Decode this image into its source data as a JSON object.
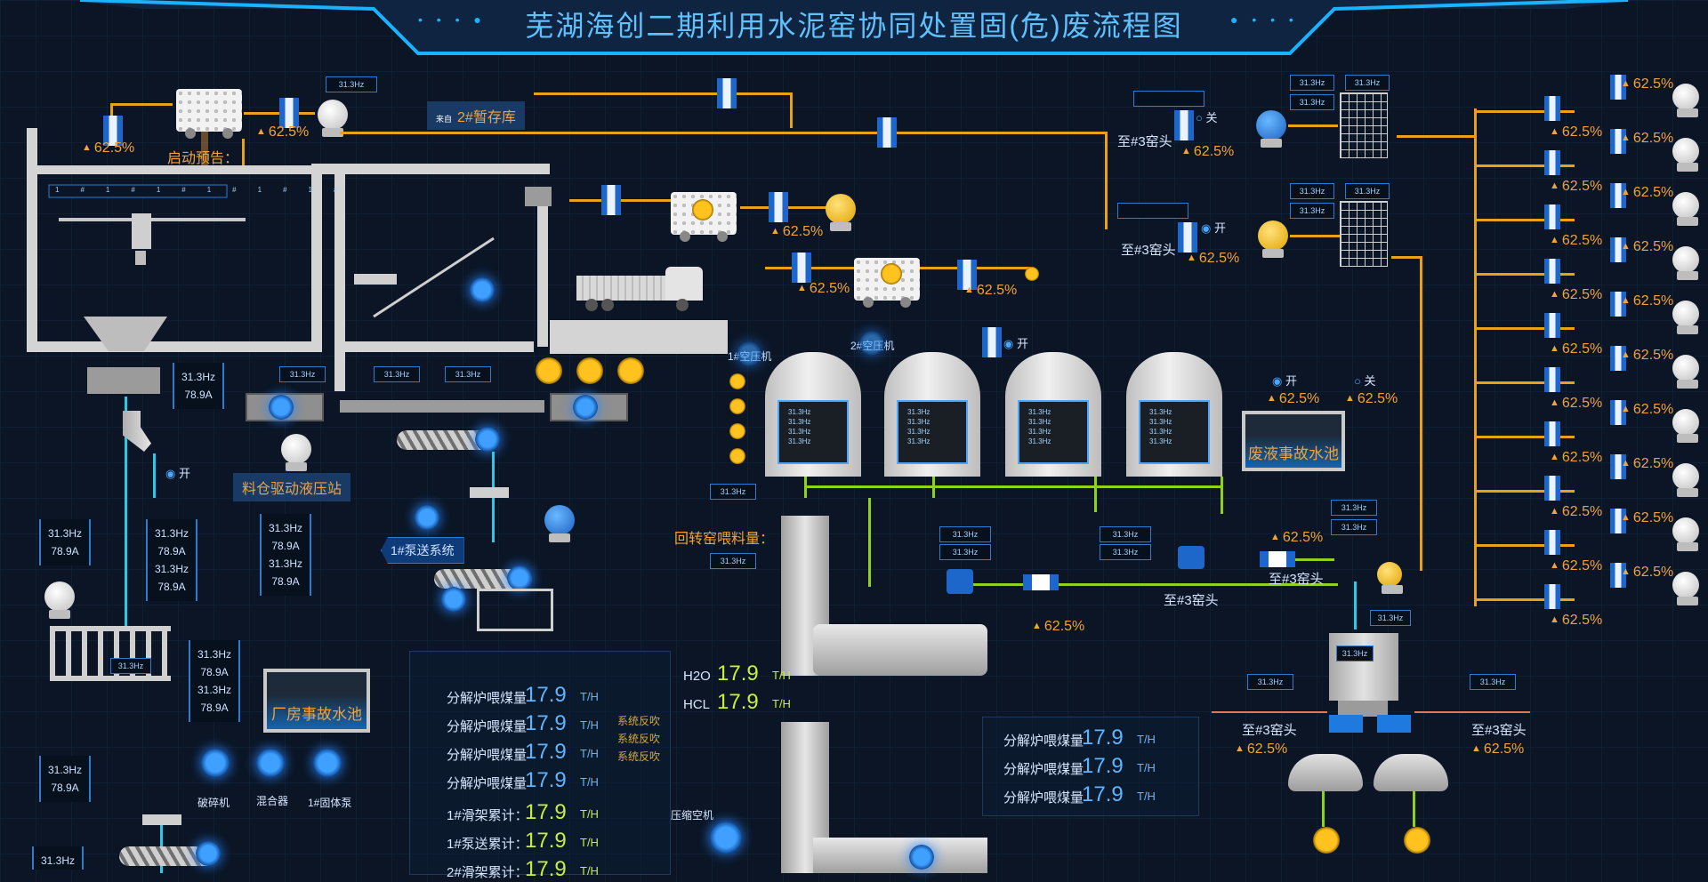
{
  "title": "芜湖海创二期利用水泥窑协同处置固(危)废流程图",
  "freq": "31.3Hz",
  "amp": "78.9A",
  "pct": "62.5%",
  "labels": {
    "storage_from": "来自",
    "storage": "2#暂存库",
    "startup_warning": "启动预告：",
    "hydraulic_station": "料仓驱动液压站",
    "pump_system": "1#泵送系统",
    "plant_pool": "厂房事故水池",
    "waste_pool": "废液事故水池",
    "crusher": "破碎机",
    "mixer": "混合器",
    "solid_pump": "1#固体泵",
    "compressor1": "1#空压机",
    "compressor2": "2#空压机",
    "compressor": "压缩空机",
    "feed_amount": "回转窑喂料量：",
    "to_kiln3": "至#3窑头",
    "status_on": "开",
    "status_off": "关",
    "bin": "1#"
  },
  "stats_left": [
    {
      "label": "分解炉喂煤量",
      "value": "17.9",
      "unit": "T/H"
    },
    {
      "label": "分解炉喂煤量",
      "value": "17.9",
      "unit": "T/H"
    },
    {
      "label": "分解炉喂煤量",
      "value": "17.9",
      "unit": "T/H"
    },
    {
      "label": "分解炉喂煤量",
      "value": "17.9",
      "unit": "T/H"
    },
    {
      "label": "1#滑架累计：",
      "value": "17.9",
      "unit": "T/H"
    },
    {
      "label": "1#泵送累计：",
      "value": "17.9",
      "unit": "T/H"
    },
    {
      "label": "2#滑架累计：",
      "value": "17.9",
      "unit": "T/H"
    }
  ],
  "system_notes": [
    "系统反吹",
    "系统反吹",
    "系统反吹"
  ],
  "h2o": {
    "label": "H2O",
    "value": "17.9",
    "unit": "T/H"
  },
  "hcl": {
    "label": "HCL",
    "value": "17.9",
    "unit": "T/H"
  },
  "stats_right": [
    {
      "label": "分解炉喂煤量",
      "value": "17.9",
      "unit": "T/H"
    },
    {
      "label": "分解炉喂煤量",
      "value": "17.9",
      "unit": "T/H"
    },
    {
      "label": "分解炉喂煤量",
      "value": "17.9",
      "unit": "T/H"
    }
  ],
  "colors": {
    "accent": "#5fc2ff",
    "flow_yellow": "#e8a21a",
    "flow_green": "#8fd21e",
    "flow_cyan": "#2ec7e6",
    "warn": "#f2a33c"
  }
}
